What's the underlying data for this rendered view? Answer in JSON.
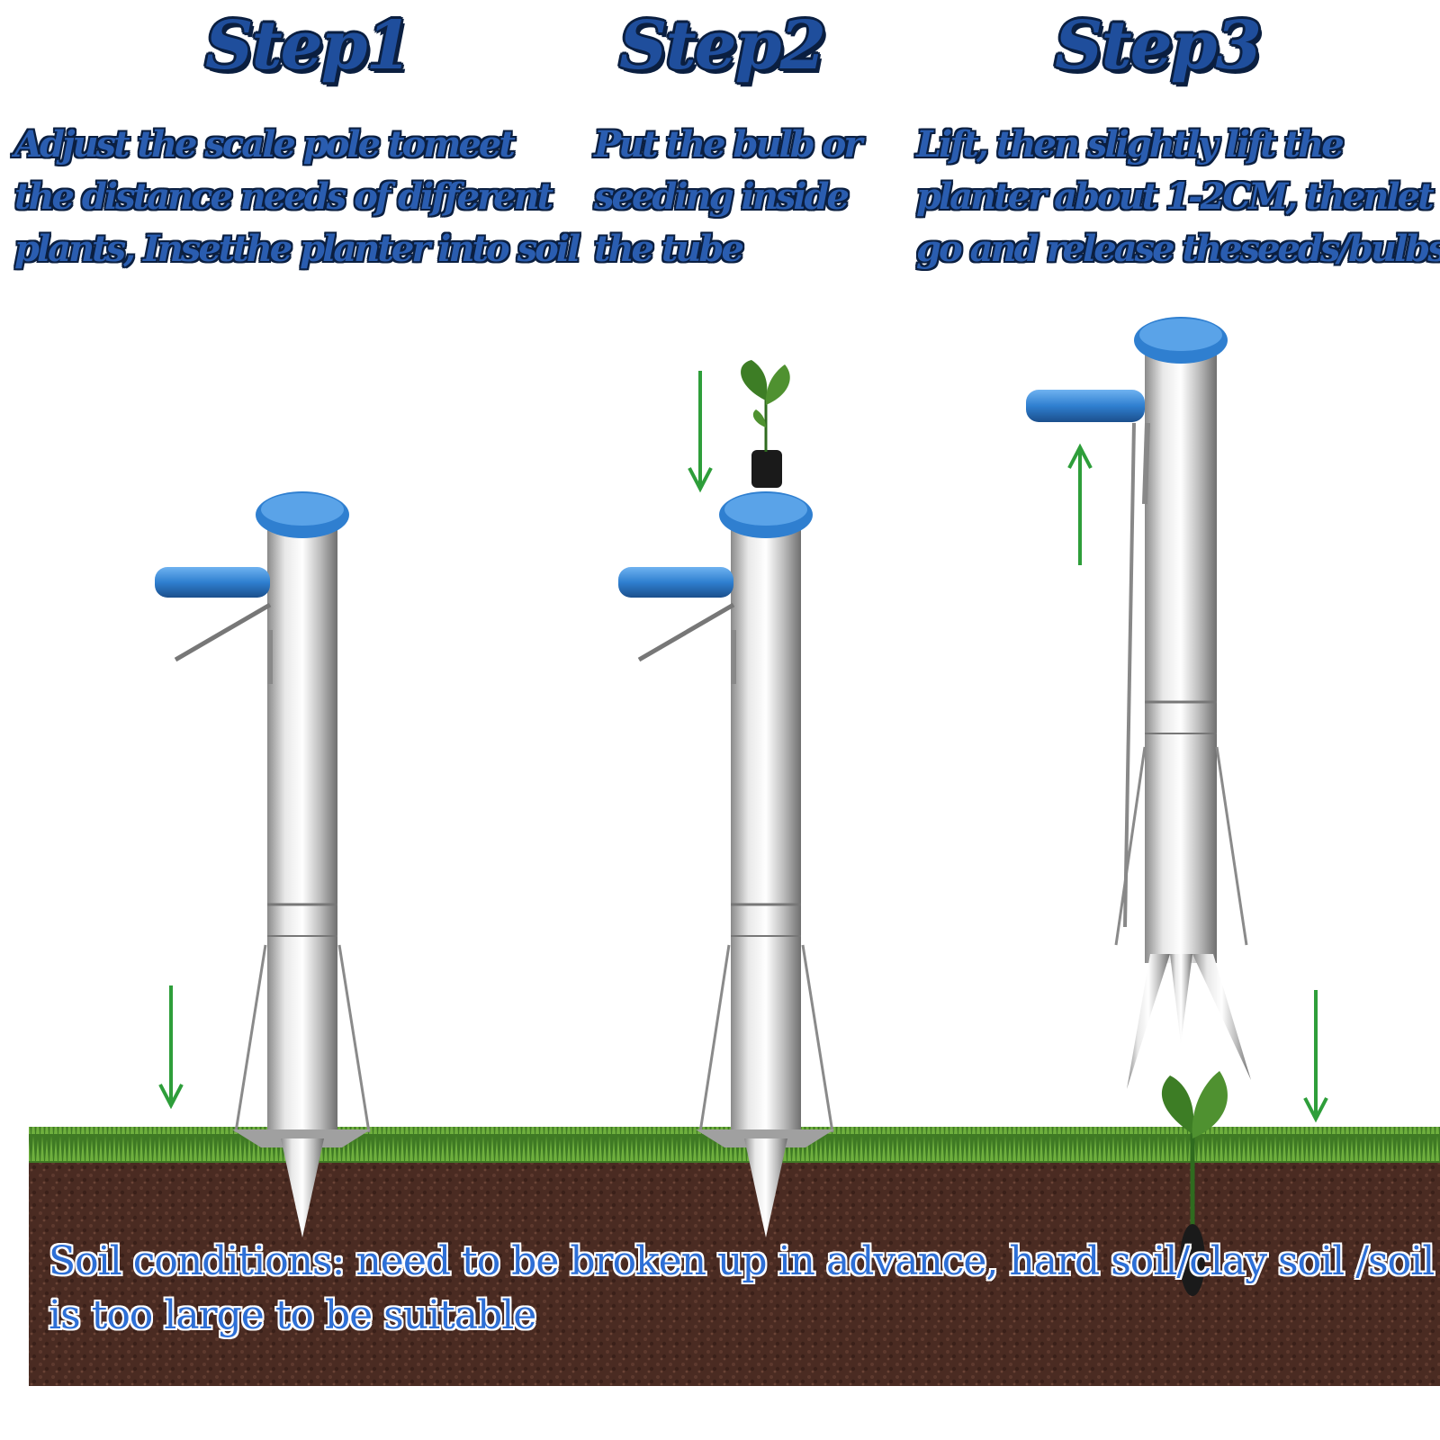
{
  "steps": [
    {
      "title": "Step1",
      "lines": [
        "Adjust the scale pole tomeet",
        "the distance needs of different",
        "plants, Insetthe planter into soil"
      ]
    },
    {
      "title": "Step2",
      "lines": [
        "Put the bulb or",
        "seeding inside",
        "the tube"
      ]
    },
    {
      "title": "Step3",
      "lines": [
        "Lift, then slightly lift the",
        "planter about 1-2CM, thenlet",
        "go and release theseeds/bulbs"
      ]
    }
  ],
  "note": {
    "lines": [
      "Soil conditions: need to be broken up in advance, hard soil/clay soil /soil",
      "is too large to be suitable"
    ]
  },
  "colors": {
    "title_fill": "#1f4e9c",
    "title_outline": "#0b1f40",
    "note_text": "#2d6fd6",
    "arrow": "#2e9e3a",
    "grip": "#2f7fd0",
    "soil": "#4a2b22",
    "grass": "#4f8f2f"
  },
  "icons": [
    "arrow-down-icon",
    "arrow-up-icon",
    "seedling-icon",
    "planter-tool-icon"
  ]
}
